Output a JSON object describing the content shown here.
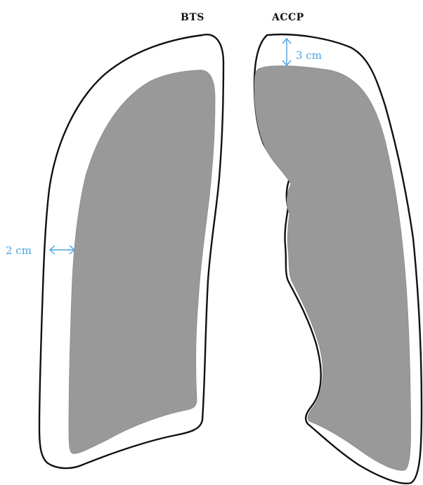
{
  "labels": {
    "left_heading": "BTS",
    "right_heading": "ACCP",
    "lateral_distance": "2 cm",
    "apical_distance": "3 cm"
  },
  "colors": {
    "lung_outline": "#111111",
    "lung_fill": "#999999",
    "measurement": "#4aa3df"
  }
}
